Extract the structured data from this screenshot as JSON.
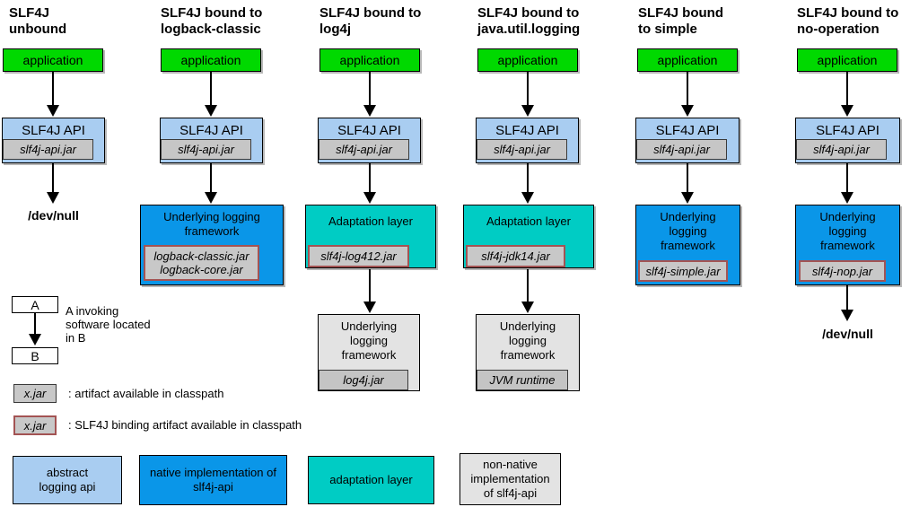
{
  "colors": {
    "green": "#00d900",
    "light_blue": "#a9cdf1",
    "blue": "#0a96e8",
    "teal": "#00ccc4",
    "api_jar_gray": "#c6c6c6",
    "jar_gray": "#c8c8c8",
    "framework_gray": "#e3e3e3",
    "framework_jar_gray": "#c4c4c4",
    "binding_border": "#a35353",
    "white": "#ffffff"
  },
  "shared": {
    "application": "application",
    "api_label": "SLF4J API",
    "api_jar": "slf4j-api.jar",
    "underlying": "Underlying logging framework",
    "adaptation": "Adaptation layer",
    "dev_null": "/dev/null"
  },
  "columns": [
    {
      "title1": "SLF4J",
      "title2": "unbound"
    },
    {
      "title1": "SLF4J bound to",
      "title2": "logback-classic",
      "framework_jar": "logback-classic.jar logback-core.jar"
    },
    {
      "title1": "SLF4J bound to",
      "title2": "log4j",
      "adaptation_jar": "slf4j-log412.jar",
      "framework_jar": "log4j.jar"
    },
    {
      "title1": "SLF4J bound to",
      "title2": "java.util.logging",
      "adaptation_jar": "slf4j-jdk14.jar",
      "framework_jar": "JVM runtime"
    },
    {
      "title1": "SLF4J bound",
      "title2": "to simple",
      "framework_jar": "slf4j-simple.jar"
    },
    {
      "title1": "SLF4J bound to",
      "title2": "no-operation",
      "framework_jar": "slf4j-nop.jar"
    }
  ],
  "legend": {
    "a": "A",
    "b": "B",
    "ab_text": "A invoking software located in B",
    "artifact_jar": "x.jar",
    "artifact_text": ": artifact available in classpath",
    "binding_jar": "x.jar",
    "binding_text": ": SLF4J binding artifact available in classpath",
    "keys": [
      {
        "label": "abstract logging api"
      },
      {
        "label": "native implementation of slf4j-api"
      },
      {
        "label": "adaptation layer"
      },
      {
        "label": "non-native implementation of slf4j-api"
      }
    ]
  }
}
